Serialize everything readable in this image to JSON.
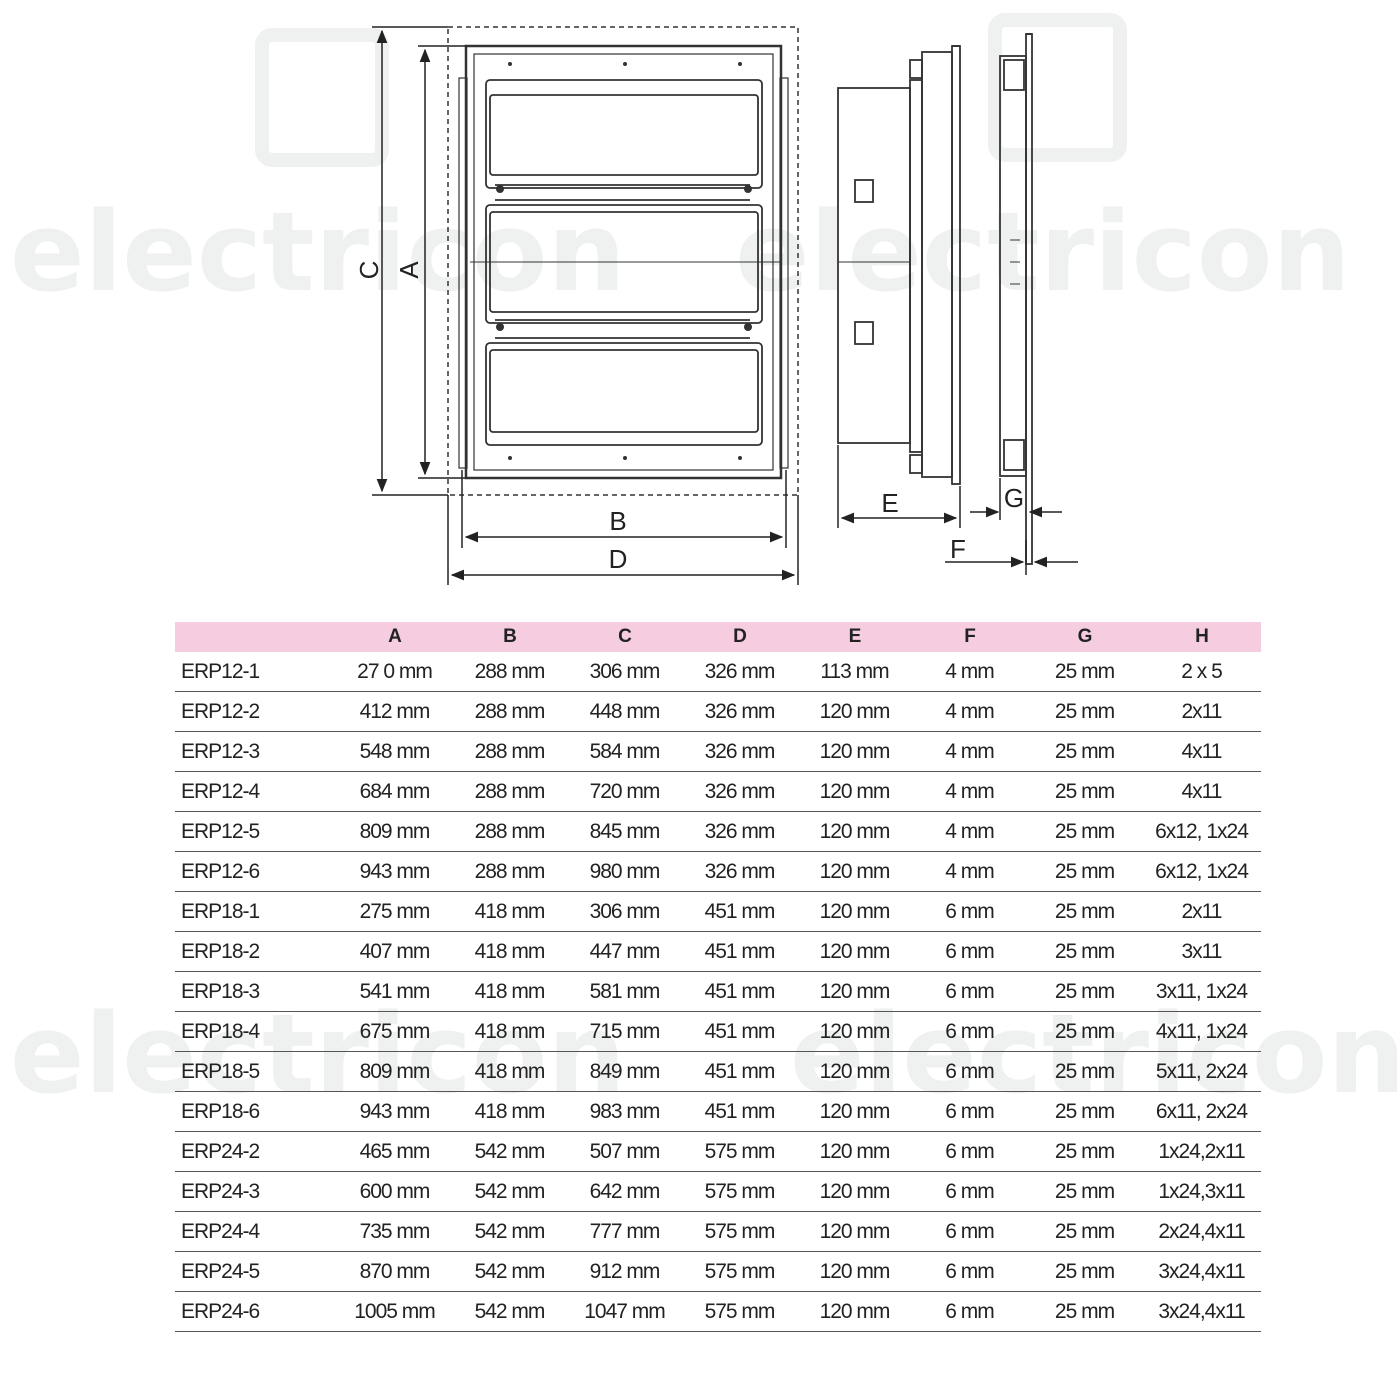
{
  "drawing": {
    "labels": {
      "a": "A",
      "b": "B",
      "c": "C",
      "d": "D",
      "e": "E",
      "f": "F",
      "g": "G"
    },
    "watermark": "electricon"
  },
  "table": {
    "headers": [
      "",
      "A",
      "B",
      "C",
      "D",
      "E",
      "F",
      "G",
      "H"
    ],
    "rows": [
      [
        "ERP12-1",
        "27 0 mm",
        "288 mm",
        "306 mm",
        "326 mm",
        "113 mm",
        "4 mm",
        "25 mm",
        "2 x 5"
      ],
      [
        "ERP12-2",
        "412 mm",
        "288 mm",
        "448 mm",
        "326 mm",
        "120 mm",
        "4 mm",
        "25 mm",
        "2x11"
      ],
      [
        "ERP12-3",
        "548 mm",
        "288 mm",
        "584 mm",
        "326 mm",
        "120 mm",
        "4 mm",
        "25 mm",
        "4x11"
      ],
      [
        "ERP12-4",
        "684 mm",
        "288 mm",
        "720 mm",
        "326 mm",
        "120 mm",
        "4 mm",
        "25 mm",
        "4x11"
      ],
      [
        "ERP12-5",
        "809 mm",
        "288 mm",
        "845 mm",
        "326 mm",
        "120 mm",
        "4 mm",
        "25 mm",
        "6x12, 1x24"
      ],
      [
        "ERP12-6",
        "943 mm",
        "288 mm",
        "980 mm",
        "326 mm",
        "120 mm",
        "4 mm",
        "25 mm",
        "6x12, 1x24"
      ],
      [
        "ERP18-1",
        "275 mm",
        "418 mm",
        "306 mm",
        "451 mm",
        "120 mm",
        "6 mm",
        "25 mm",
        "2x11"
      ],
      [
        "ERP18-2",
        "407 mm",
        "418 mm",
        "447 mm",
        "451 mm",
        "120 mm",
        "6 mm",
        "25 mm",
        "3x11"
      ],
      [
        "ERP18-3",
        "541 mm",
        "418 mm",
        "581 mm",
        "451 mm",
        "120 mm",
        "6 mm",
        "25 mm",
        "3x11, 1x24"
      ],
      [
        "ERP18-4",
        "675 mm",
        "418 mm",
        "715 mm",
        "451 mm",
        "120 mm",
        "6 mm",
        "25 mm",
        "4x11, 1x24"
      ],
      [
        "ERP18-5",
        "809 mm",
        "418 mm",
        "849 mm",
        "451 mm",
        "120 mm",
        "6 mm",
        "25 mm",
        "5x11, 2x24"
      ],
      [
        "ERP18-6",
        "943 mm",
        "418 mm",
        "983 mm",
        "451 mm",
        "120 mm",
        "6 mm",
        "25 mm",
        "6x11, 2x24"
      ],
      [
        "ERP24-2",
        "465 mm",
        "542 mm",
        "507 mm",
        "575 mm",
        "120 mm",
        "6 mm",
        "25 mm",
        "1x24,2x11"
      ],
      [
        "ERP24-3",
        "600 mm",
        "542 mm",
        "642 mm",
        "575 mm",
        "120 mm",
        "6 mm",
        "25 mm",
        "1x24,3x11"
      ],
      [
        "ERP24-4",
        "735 mm",
        "542 mm",
        "777 mm",
        "575 mm",
        "120 mm",
        "6 mm",
        "25 mm",
        "2x24,4x11"
      ],
      [
        "ERP24-5",
        "870 mm",
        "542 mm",
        "912 mm",
        "575 mm",
        "120 mm",
        "6 mm",
        "25 mm",
        "3x24,4x11"
      ],
      [
        "ERP24-6",
        "1005 mm",
        "542 mm",
        "1047 mm",
        "575 mm",
        "120 mm",
        "6 mm",
        "25 mm",
        "3x24,4x11"
      ]
    ]
  }
}
